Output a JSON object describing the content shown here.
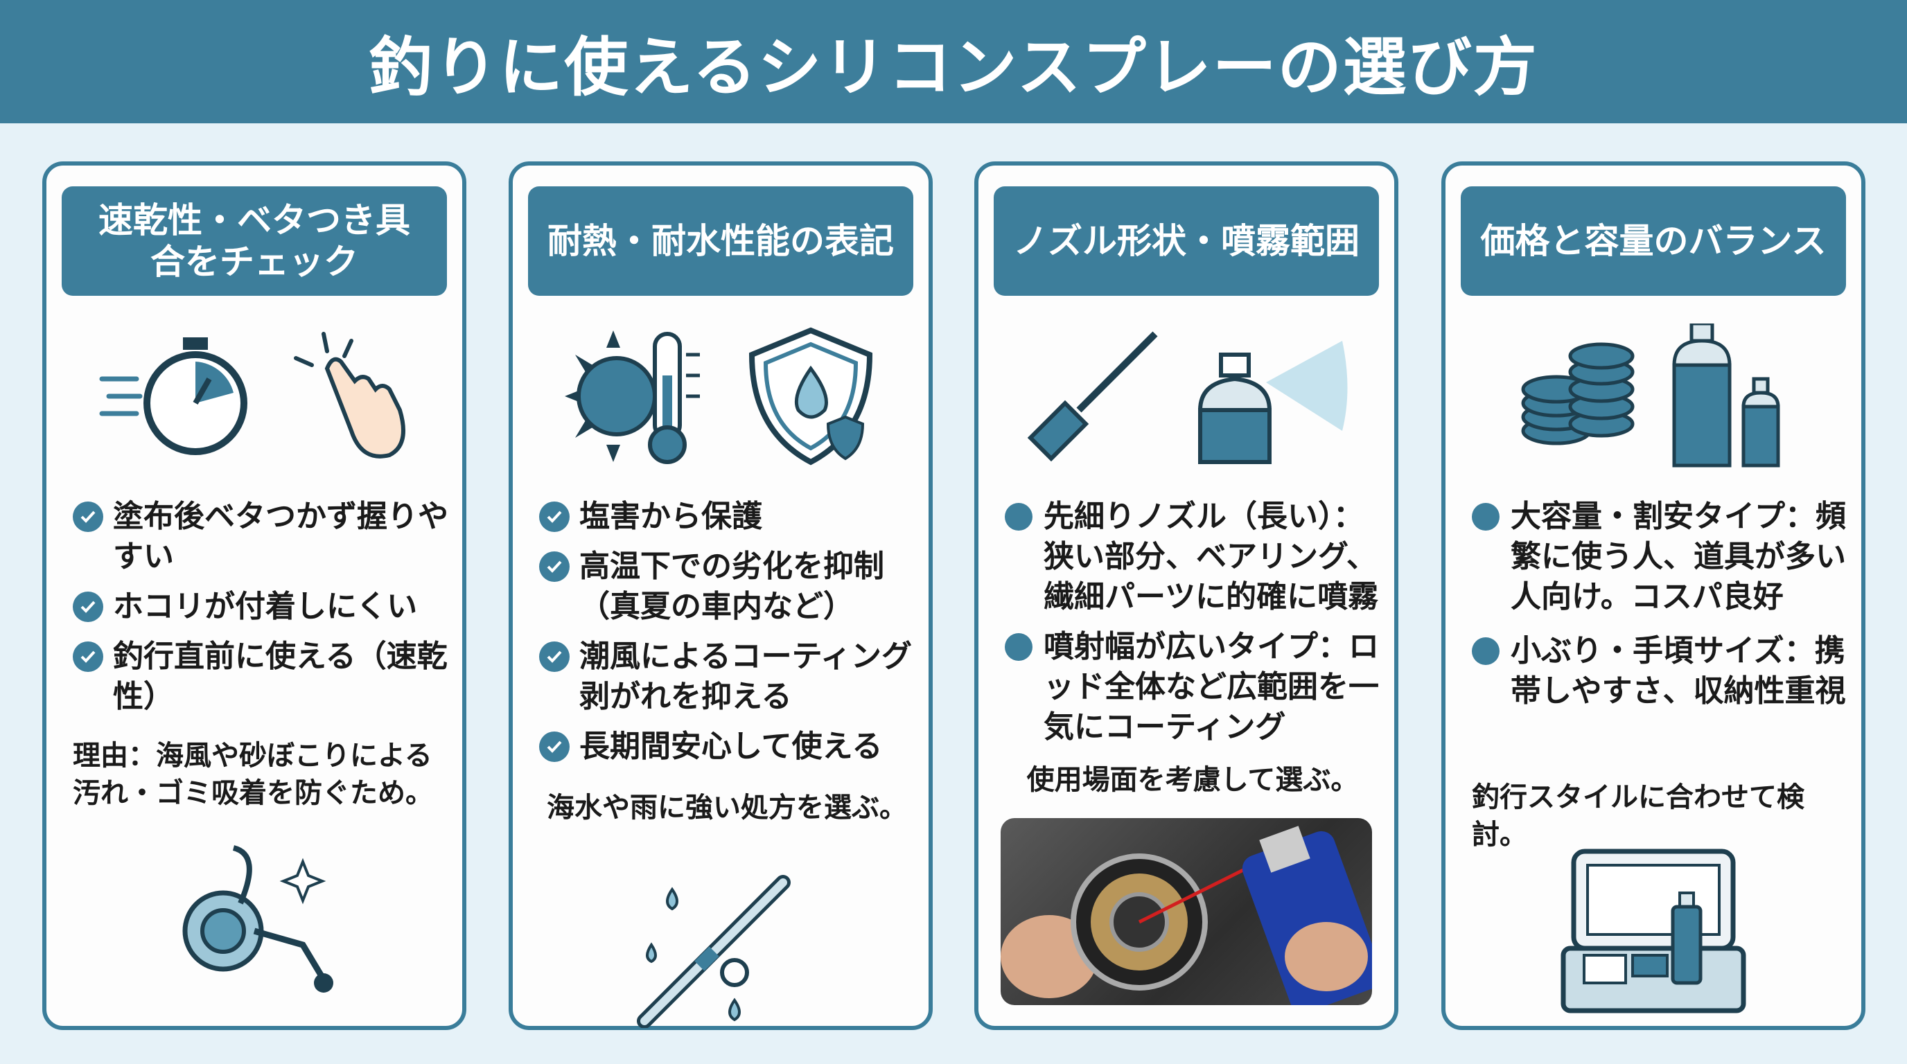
{
  "title": "釣りに使えるシリコンスプレーの選び方",
  "colors": {
    "accent": "#3d7e9b",
    "background": "#e6f2f8"
  },
  "cards": [
    {
      "heading": "速乾性・ベタつき具合をチェック",
      "icons": [
        "stopwatch-icon",
        "tap-hand-icon"
      ],
      "items": [
        "塗布後ベタつかず握りやすい",
        "ホコリが付着しにくい",
        "釣行直前に使える（速乾性）"
      ],
      "note": "理由：海風や砂ぼこりによる汚れ・ゴミ吸着を防ぐため。",
      "illustration": "spinning-reel-icon"
    },
    {
      "heading": "耐熱・耐水性能の表記",
      "icons": [
        "sun-thermometer-icon",
        "water-shield-icon"
      ],
      "items": [
        "塩害から保護",
        "高温下での劣化を抑制（真夏の車内など）",
        "潮風によるコーティング剥がれを抑える",
        "長期間安心して使える"
      ],
      "note": "海水や雨に強い処方を選ぶ。",
      "illustration": "fishing-rod-water-icon"
    },
    {
      "heading": "ノズル形状・噴霧範囲",
      "icons": [
        "long-nozzle-icon",
        "spray-can-icon"
      ],
      "items": [
        "先細りノズル（長い）：狭い部分、ベアリング、繊細パーツに的確に噴霧",
        "噴射幅が広いタイプ：ロッド全体など広範囲を一気にコーティング"
      ],
      "note": "使用場面を考慮して選ぶ。",
      "illustration": "reel-spray-photo"
    },
    {
      "heading": "価格と容量のバランス",
      "icons": [
        "coins-icon",
        "spray-cans-icon"
      ],
      "items": [
        "大容量・割安タイプ：頻繁に使う人、道具が多い人向け。コスパ良好",
        "小ぶり・手頃サイズ：携帯しやすさ、収納性重視"
      ],
      "note": "釣行スタイルに合わせて検討。",
      "illustration": "tackle-box-icon"
    }
  ]
}
